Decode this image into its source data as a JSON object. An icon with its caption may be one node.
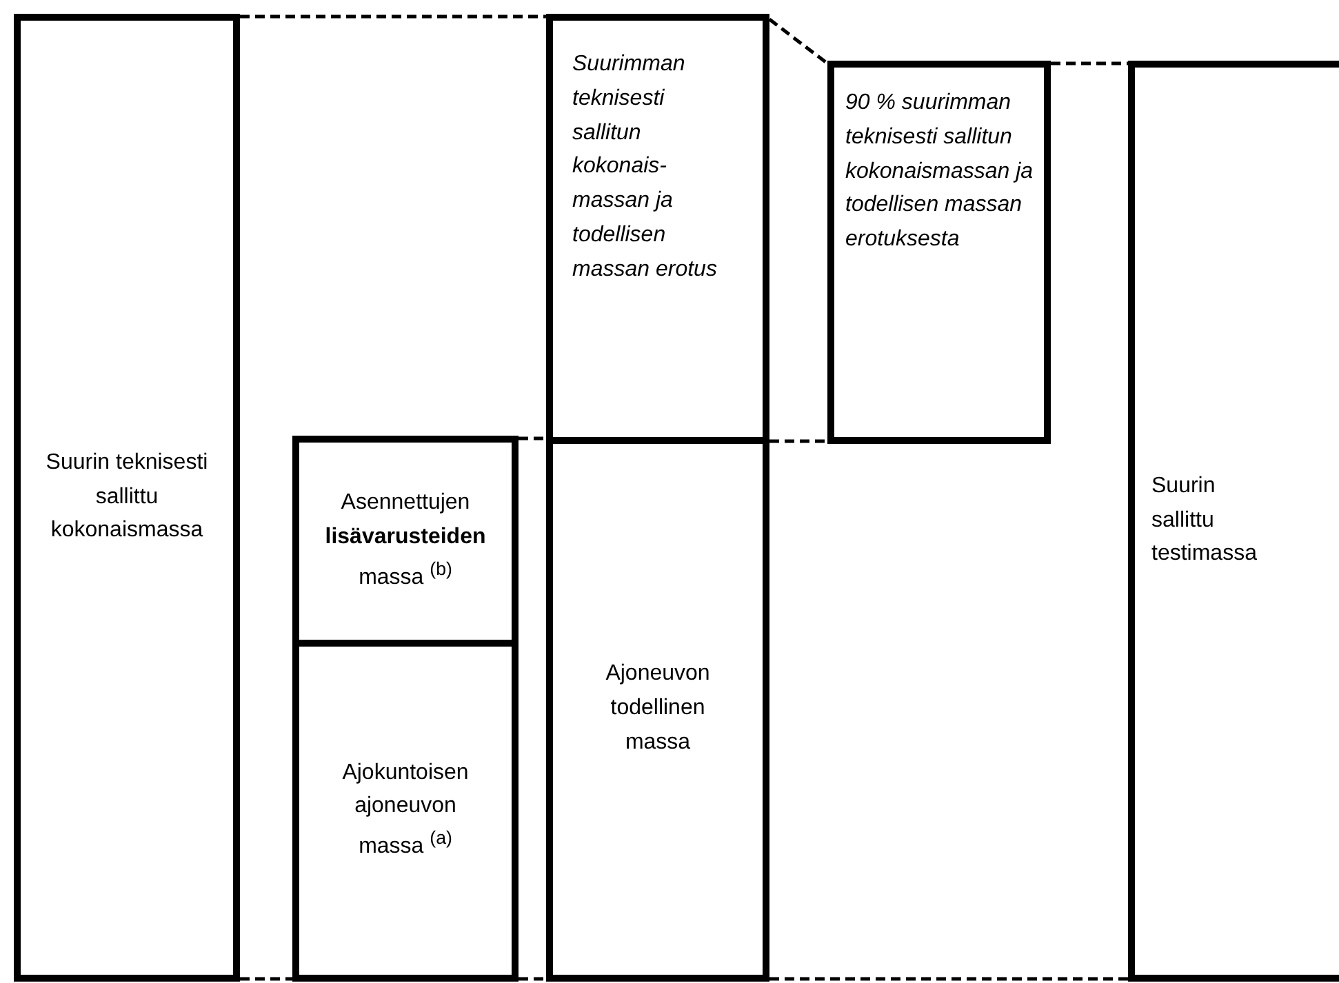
{
  "diagram": {
    "nodes": [
      {
        "text": [
          "Suurin teknisesti sallittu kokonaismassa"
        ]
      },
      {
        "text": [
          "Asennettujen **lisävarusteiden** massa $^{(b)}$"
        ]
      },
      {
        "text": [
          "Ajokuntoisen ajoneuvon massa $^{(a)}$"
        ]
      },
      {
        "text": [
          "Suurimman teknisesti sallitun kokonais- massan ja todellisen massan erotus"
        ]
      },
      {
        "text": [
          "Ajoneuvon todellinen massa"
        ]
      },
      {
        "text": [
          "90 % suurimman teknisesti sallitun kokonaismassan ja todellisen massan erotuksesta"
        ]
      },
      {
        "text": [
          "Suurin sallittu testimassa"
        ]
      }
    ],
    "edges": [
      {
        "from": 0,
        "to": 3,
        "arrow": "none",
        "style": "dashed"
      },
      {
        "from": 3,
        "to": 5,
        "arrow": "none",
        "style": "dashed"
      },
      {
        "from": 5,
        "to": 6,
        "arrow": "none",
        "style": "dashed"
      },
      {
        "from": 1,
        "to": 3,
        "arrow": "none",
        "style": "dashed"
      },
      {
        "from": 3,
        "to": 5,
        "arrow": "none",
        "style": "dashed"
      },
      {
        "from": 0,
        "to": 2,
        "arrow": "none",
        "style": "dashed"
      },
      {
        "from": 2,
        "to": 4,
        "arrow": "none",
        "style": "dashed"
      },
      {
        "from": 4,
        "to": 6,
        "arrow": "none",
        "style": "dashed"
      }
    ]
  }
}
